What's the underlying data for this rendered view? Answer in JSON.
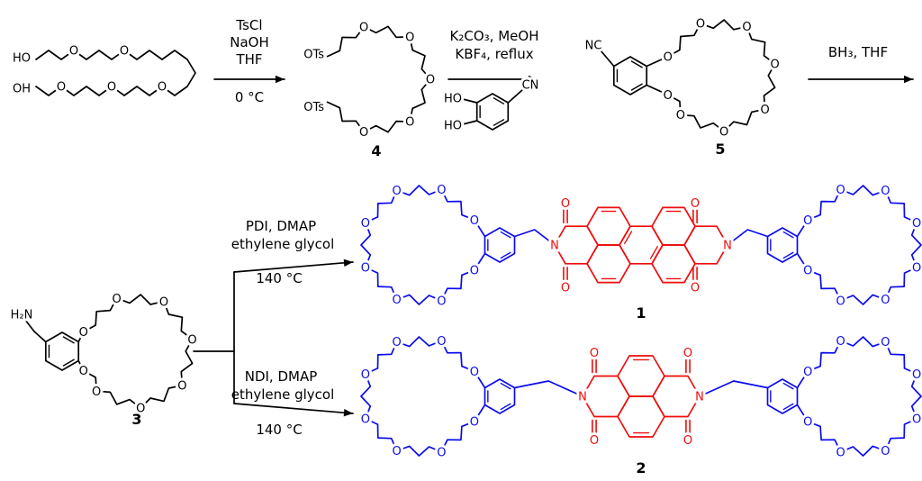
{
  "scheme": {
    "reagents": {
      "step1": {
        "line1": "TsCl",
        "line2": "NaOH",
        "line3": "THF",
        "temp": "0 °C"
      },
      "step2": {
        "line1": "K₂CO₃, MeOH",
        "line2": "KBF₄, reflux"
      },
      "step3": {
        "line1": "BH₃, THF"
      },
      "step4": {
        "line1": "PDI, DMAP",
        "line2": "ethylene glycol",
        "temp": "140 °C"
      },
      "step5": {
        "line1": "NDI, DMAP",
        "line2": "ethylene glycol",
        "temp": "140 °C"
      }
    },
    "compound_numbers": {
      "c1": "1",
      "c2": "2",
      "c3": "3",
      "c4": "4",
      "c5": "5"
    },
    "atom_labels": {
      "oxygen": "O",
      "nitrogen": "N",
      "hydroxyl_left": "HO",
      "hydroxyl_right": "OH",
      "tosylate": "OTs",
      "nitrile_nc": "NC",
      "nitrile_cn": "CN",
      "amine": "H₂N"
    },
    "colors": {
      "bond_black": "#000000",
      "crown_blue": "#0b0bee",
      "core_red": "#ee0d0d"
    }
  }
}
